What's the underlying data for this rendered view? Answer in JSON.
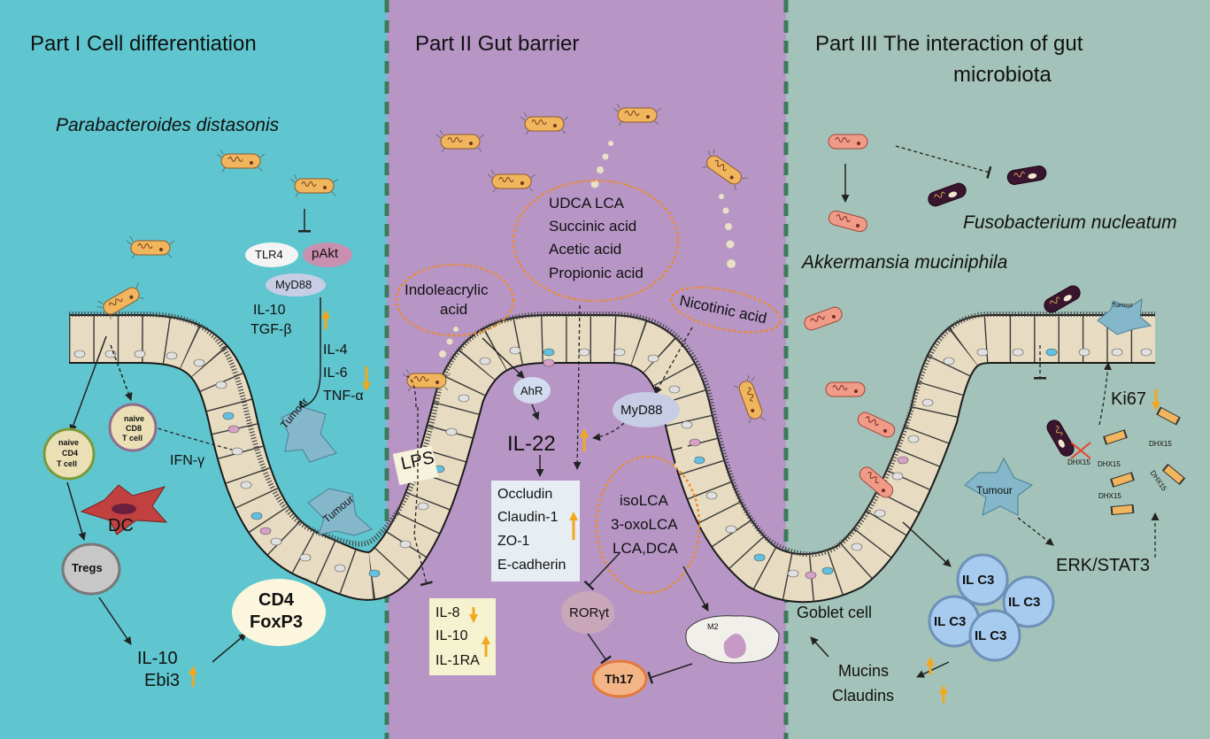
{
  "colors": {
    "panel1": "#5fc6cf",
    "panel2": "#b796c6",
    "panel3": "#a3c2b9",
    "divider": "#3d7a5c",
    "bacterium_orange": "#f1b55e",
    "bacterium_pink": "#f09a88",
    "fusobacterium": "#3a1530",
    "cell_fill": "#e7dcc1",
    "arrow_up": "#f2a81d",
    "dotted_circle": "#ee8a2a",
    "tumour": "#85b7cb"
  },
  "icons": [
    "bacterium-icon",
    "tumour-icon",
    "dendritic-cell-icon",
    "macrophage-icon",
    "ilc3-cell-icon",
    "up-arrow-icon",
    "down-arrow-icon",
    "inhibition-icon"
  ],
  "part1": {
    "title": "Part I  Cell differentiation",
    "species": "Parabacteroides distasonis",
    "tlr4": "TLR4",
    "pakt": "pAkt",
    "myd88": "MyD88",
    "il10": "IL-10",
    "tgfb": "TGF-β",
    "il4": "IL-4",
    "il6": "IL-6",
    "tnfa": "TNF-α",
    "tumour": "Tumour",
    "ifng": "IFN-γ",
    "naive_cd4": [
      "naive",
      "CD4",
      "T cell"
    ],
    "naive_cd8": [
      "naive",
      "CD8",
      "T cell"
    ],
    "dc": "DC",
    "tregs": "Tregs",
    "il10_b": "IL-10",
    "ebi3": "Ebi3",
    "cd4": "CD4",
    "foxp3": "FoxP3"
  },
  "part2": {
    "title": "Part II  Gut barrier",
    "metabolites": [
      "UDCA  LCA",
      "Succinic acid",
      "Acetic acid",
      "Propionic acid"
    ],
    "indole": [
      "Indoleacrylic",
      "acid"
    ],
    "nicotinic": "Nicotinic acid",
    "ahr": "AhR",
    "myd88": "MyD88",
    "il22": "IL-22",
    "lps": "LPS",
    "junctions": [
      "Occludin",
      "Claudin-1",
      "ZO-1",
      "E-cadherin"
    ],
    "bile_acids": [
      "isoLCA",
      "3-oxoLCA",
      "LCA,DCA"
    ],
    "cytokines": [
      "IL-8",
      "IL-10",
      "IL-1RA"
    ],
    "rorgt": "RORγt",
    "th17": "Th17",
    "m2": "M2"
  },
  "part3": {
    "title_line1": "Part III  The interaction of gut",
    "title_line2": "microbiota",
    "fuso": "Fusobacterium nucleatum",
    "akk": "Akkermansia muciniphila",
    "tumour": "Tumour",
    "ki67": "Ki67",
    "dhx15": "DHX15",
    "erk": "ERK/STAT3",
    "ilc3": "IL C3",
    "goblet": "Goblet cell",
    "mucins": "Mucins",
    "claudins": "Claudins"
  }
}
